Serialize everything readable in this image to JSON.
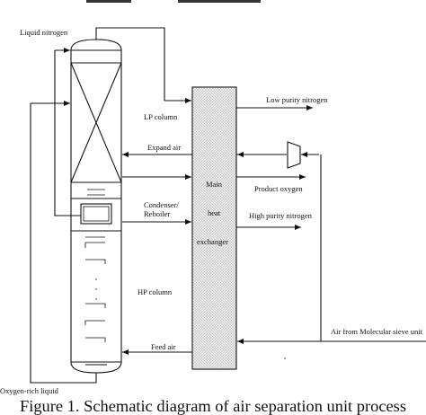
{
  "diagram": {
    "labels": {
      "liquid_nitrogen": "Liquid nitrogen",
      "lp_column": "LP column",
      "expand_air": "Expand air",
      "condenser_reboiler_line1": "Condenser/",
      "condenser_reboiler_line2": "Reboiler",
      "hp_column": "HP column",
      "feed_air": "Feed air",
      "oxygen_rich_liquid": "Oxygen-rich liquid",
      "main_line1": "Main",
      "heat_line2": "heat",
      "exchanger_line3": "exchanger",
      "low_purity_nitrogen": "Low purity nitrogen",
      "product_oxygen": "Product oxygen",
      "high_purity_nitrogen": "High purity nitrogen",
      "air_from_sieve": "Air from Molecular sieve unit"
    },
    "caption": "Figure 1. Schematic diagram of air separation unit process"
  }
}
